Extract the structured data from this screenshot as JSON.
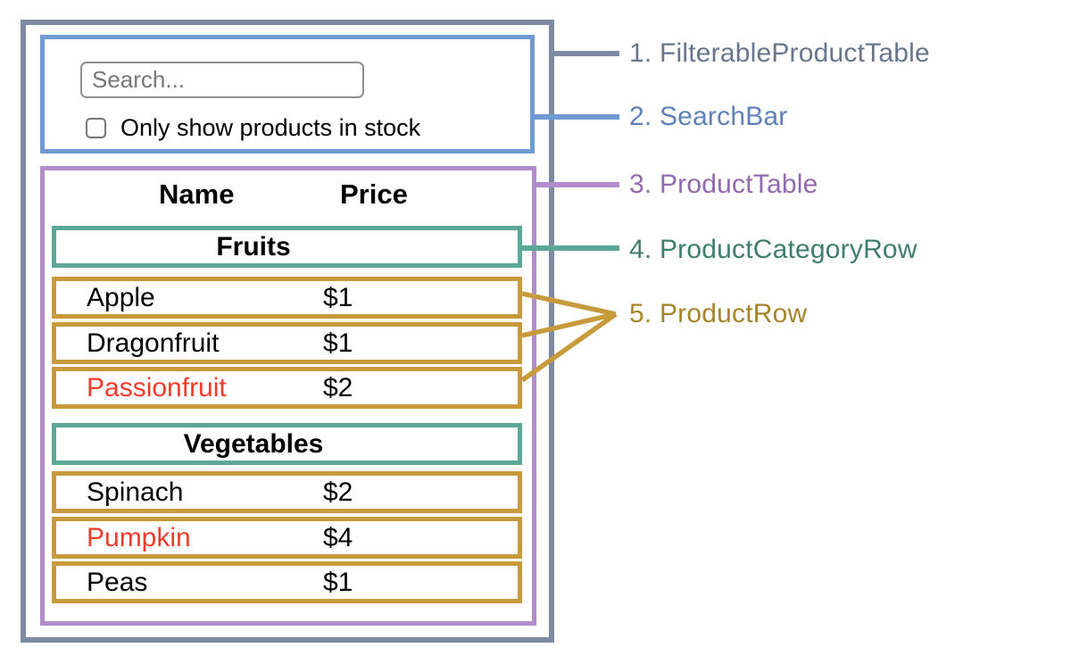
{
  "search_bar": {
    "placeholder": "Search...",
    "checkbox_label": "Only show products in stock",
    "checkbox_checked": false
  },
  "product_table": {
    "headers": [
      "Name",
      "Price"
    ],
    "rows": [
      {
        "type": "category",
        "label": "Fruits"
      },
      {
        "type": "product",
        "name": "Apple",
        "price": "$1",
        "stocked": true
      },
      {
        "type": "product",
        "name": "Dragonfruit",
        "price": "$1",
        "stocked": true
      },
      {
        "type": "product",
        "name": "Passionfruit",
        "price": "$2",
        "stocked": false
      },
      {
        "type": "category",
        "label": "Vegetables"
      },
      {
        "type": "product",
        "name": "Spinach",
        "price": "$2",
        "stocked": true
      },
      {
        "type": "product",
        "name": "Pumpkin",
        "price": "$4",
        "stocked": false
      },
      {
        "type": "product",
        "name": "Peas",
        "price": "$1",
        "stocked": true
      }
    ]
  },
  "legend": [
    {
      "text": "1. FilterableProductTable",
      "color": "#68758f"
    },
    {
      "text": "2. SearchBar",
      "color": "#5d81b8"
    },
    {
      "text": "3. ProductTable",
      "color": "#9269ae"
    },
    {
      "text": "4. ProductCategoryRow",
      "color": "#3d7e6d"
    },
    {
      "text": "5. ProductRow",
      "color": "#a5842c"
    }
  ],
  "colors": {
    "filterable_product_table_border": "#7d8aa1",
    "search_bar_border": "#6f9ad2",
    "product_table_border": "#b38dcb",
    "product_category_row_border": "#5ca795",
    "product_row_border": "#c79b3c",
    "out_of_stock_text": "#f33b2b"
  }
}
